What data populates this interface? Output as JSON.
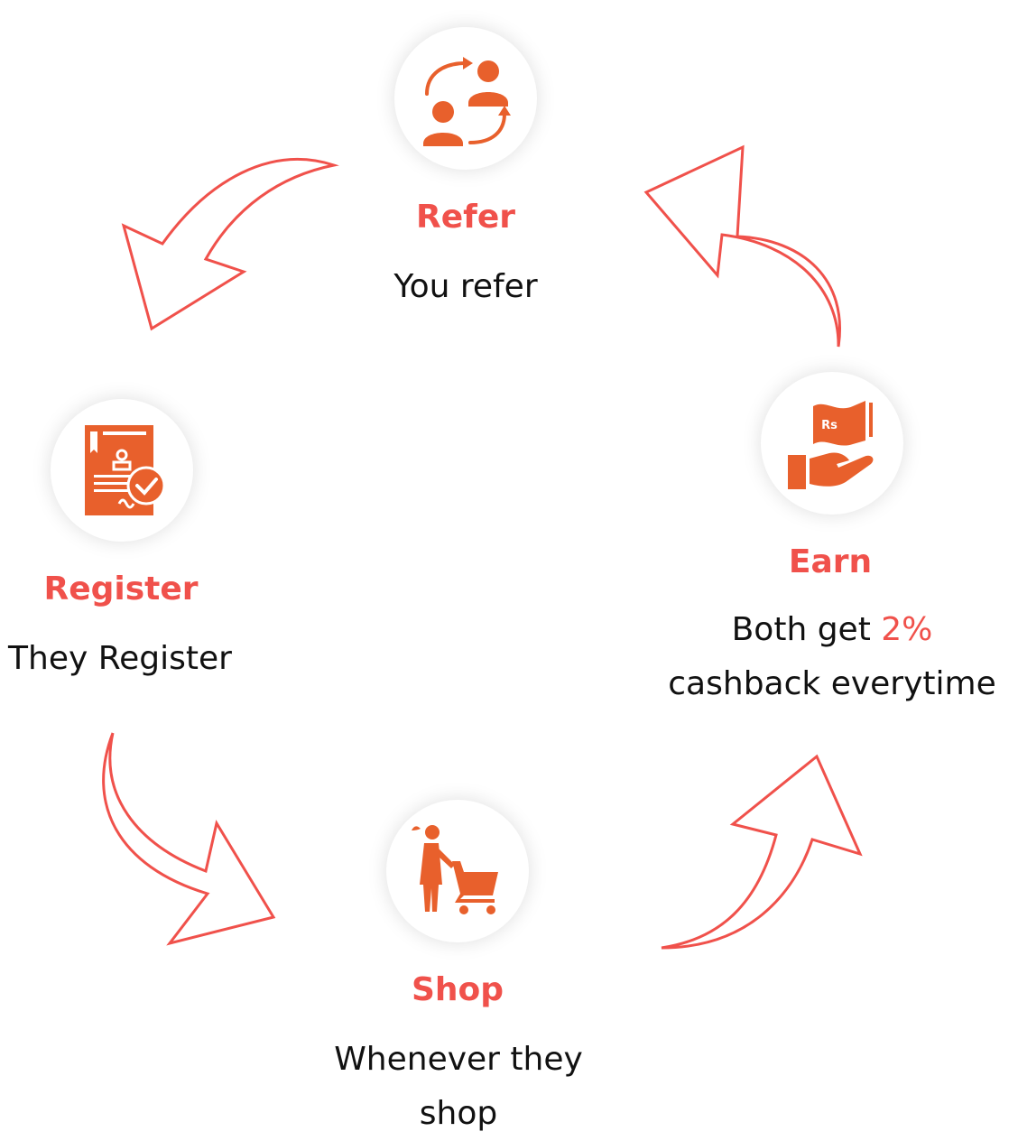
{
  "colors": {
    "accent": "#f0514b",
    "icon": "#e8602c",
    "text": "#111111"
  },
  "steps": {
    "refer": {
      "title": "Refer",
      "desc": "You refer",
      "icon": "refer-people-icon"
    },
    "register": {
      "title": "Register",
      "desc": "They Register",
      "icon": "registration-form-icon"
    },
    "shop": {
      "title": "Shop",
      "desc_line1": "Whenever they",
      "desc_line2": "shop",
      "icon": "shopping-cart-icon"
    },
    "earn": {
      "title": "Earn",
      "desc_pre": "Both get ",
      "desc_highlight": "2%",
      "desc_line2": "cashback everytime",
      "icon": "cashback-hand-icon"
    }
  }
}
